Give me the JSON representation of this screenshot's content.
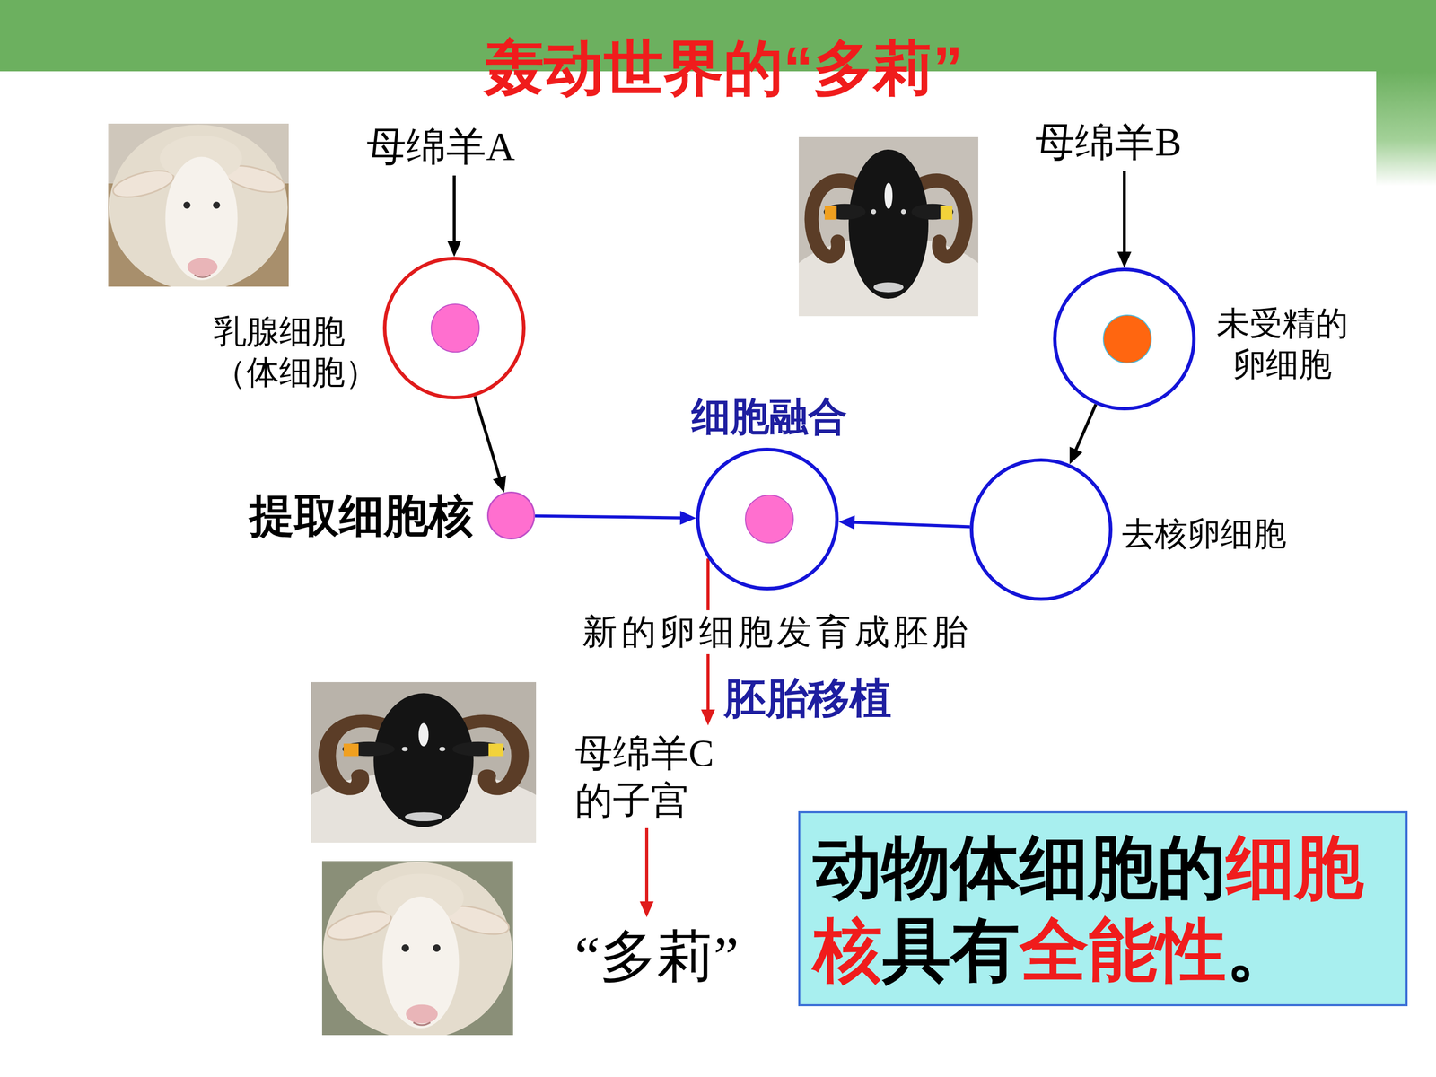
{
  "diagram": {
    "title": "轰动世界的“多莉”",
    "nodes": [
      {
        "text": [
          "母绵羊A"
        ]
      },
      {
        "text": [
          "母绵羊B"
        ]
      },
      {
        "text": [
          "乳腺细胞 （体细胞）"
        ]
      },
      {
        "text": [
          "未受精的 卵细胞"
        ]
      },
      {
        "text": [
          "细胞融合",
          "新的卵细胞发育成胚胎"
        ]
      },
      {
        "text": [
          "提取细胞核"
        ]
      },
      {
        "text": [
          "去核卵细胞"
        ]
      },
      {
        "text": [
          "母绵羊C 的子宫"
        ]
      },
      {
        "text": [
          "“多莉”"
        ]
      },
      {
        "text": [
          "动物体细胞的",
          "细胞核",
          "具有",
          "全能性",
          "。"
        ]
      }
    ],
    "edges": [
      {
        "from": 0,
        "to": 2,
        "arrow": "to"
      },
      {
        "from": 1,
        "to": 3,
        "arrow": "to"
      },
      {
        "from": 2,
        "to": 5,
        "arrow": "to"
      },
      {
        "from": 5,
        "to": 4,
        "arrow": "to"
      },
      {
        "from": 3,
        "to": 6,
        "arrow": "to"
      },
      {
        "from": 6,
        "to": 4,
        "arrow": "to"
      },
      {
        "from": 4,
        "to": 7,
        "arrow": "to",
        "label": "胚胎移植"
      },
      {
        "from": 7,
        "to": 8,
        "arrow": "to"
      }
    ]
  }
}
